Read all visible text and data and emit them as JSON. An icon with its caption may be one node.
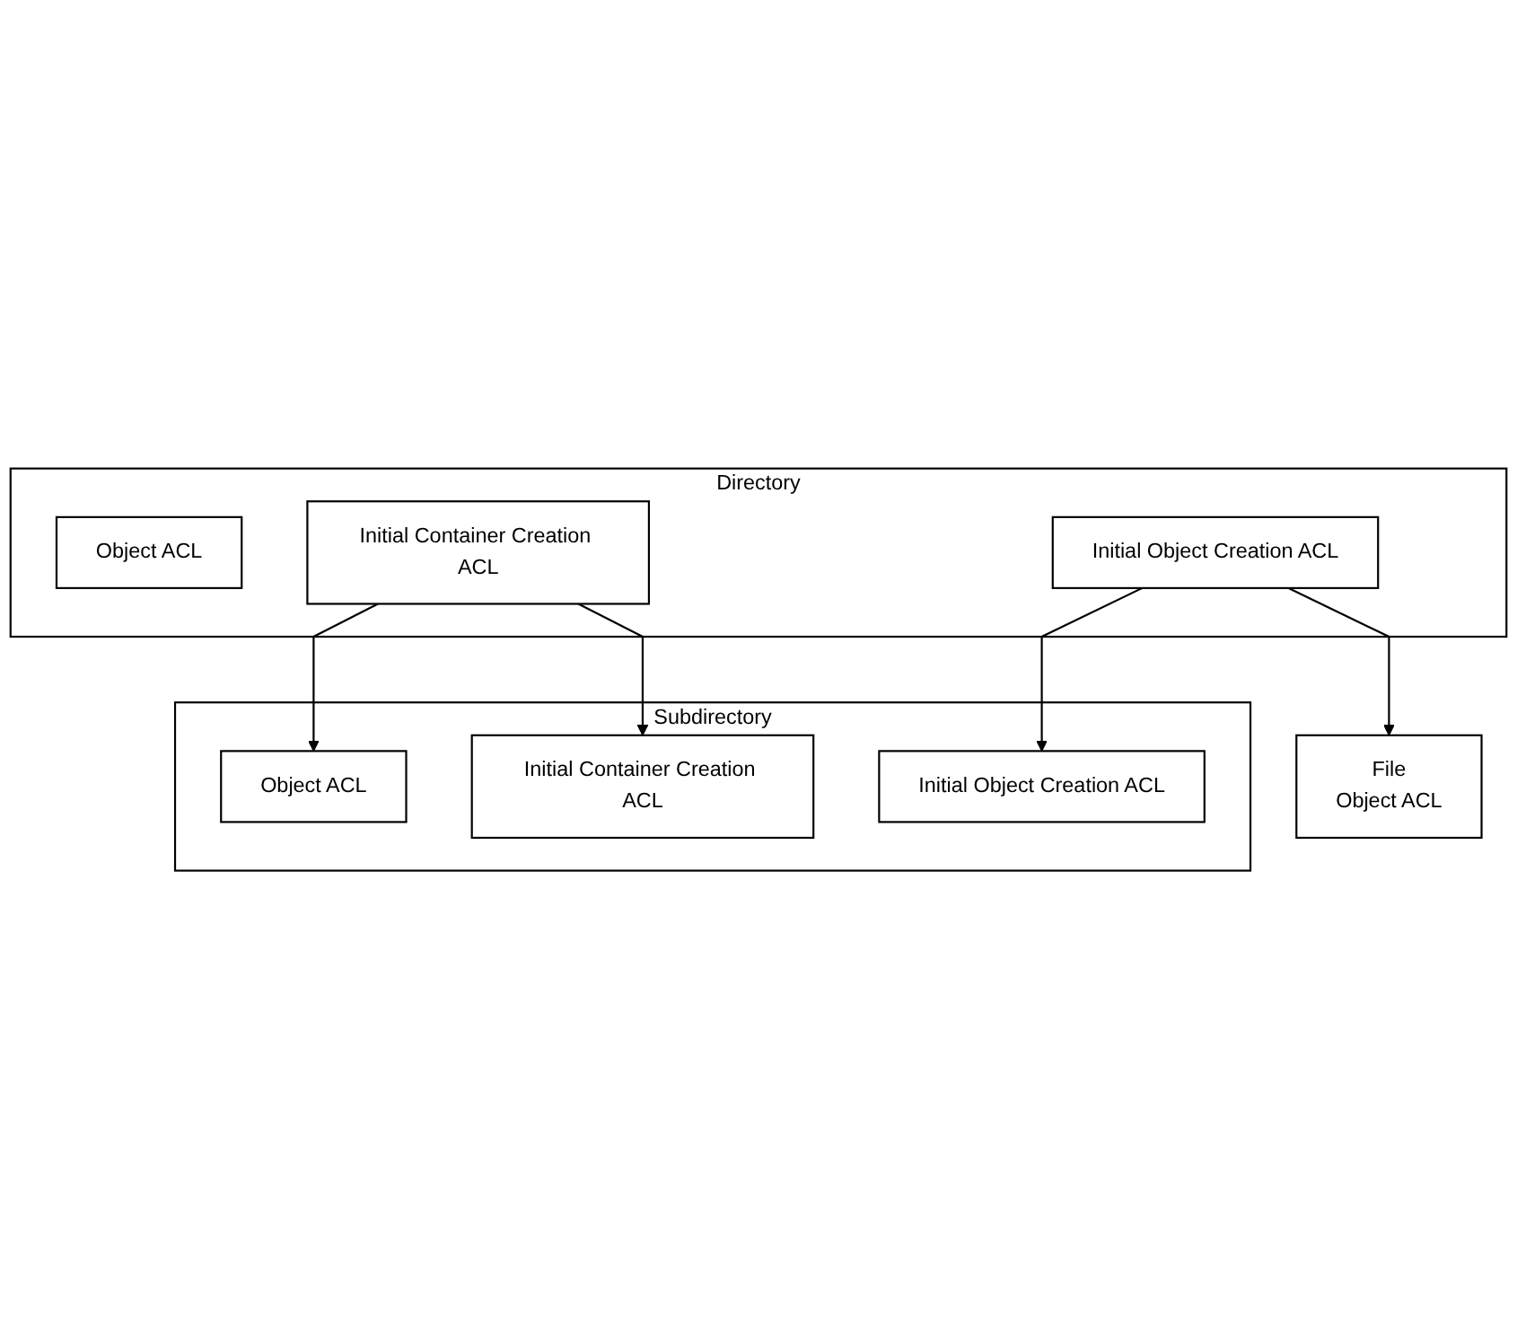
{
  "diagram": {
    "nodes": [
      {
        "text": [
          "Directory"
        ]
      },
      {
        "text": [
          "Object ACL"
        ],
        "in": 0
      },
      {
        "text": [
          "Initial Container Creation ACL"
        ],
        "in": 0
      },
      {
        "text": [
          "Initial Object Creation ACL"
        ],
        "in": 0
      },
      {
        "text": [
          "File",
          "Object ACL"
        ]
      },
      {
        "text": [
          "Subdirectory"
        ]
      },
      {
        "text": [
          "Object ACL"
        ],
        "in": 5
      },
      {
        "text": [
          "Initial Container Creation ACL"
        ],
        "in": 5
      },
      {
        "text": [
          "Initial Object Creation ACL"
        ],
        "in": 5
      }
    ],
    "edges": [
      {
        "from": 3,
        "to": 4,
        "arrow": "to"
      },
      {
        "from": 3,
        "to": 8,
        "arrow": "to"
      },
      {
        "from": 2,
        "to": 6,
        "arrow": "to"
      },
      {
        "from": 2,
        "to": 7,
        "arrow": "to"
      }
    ]
  }
}
